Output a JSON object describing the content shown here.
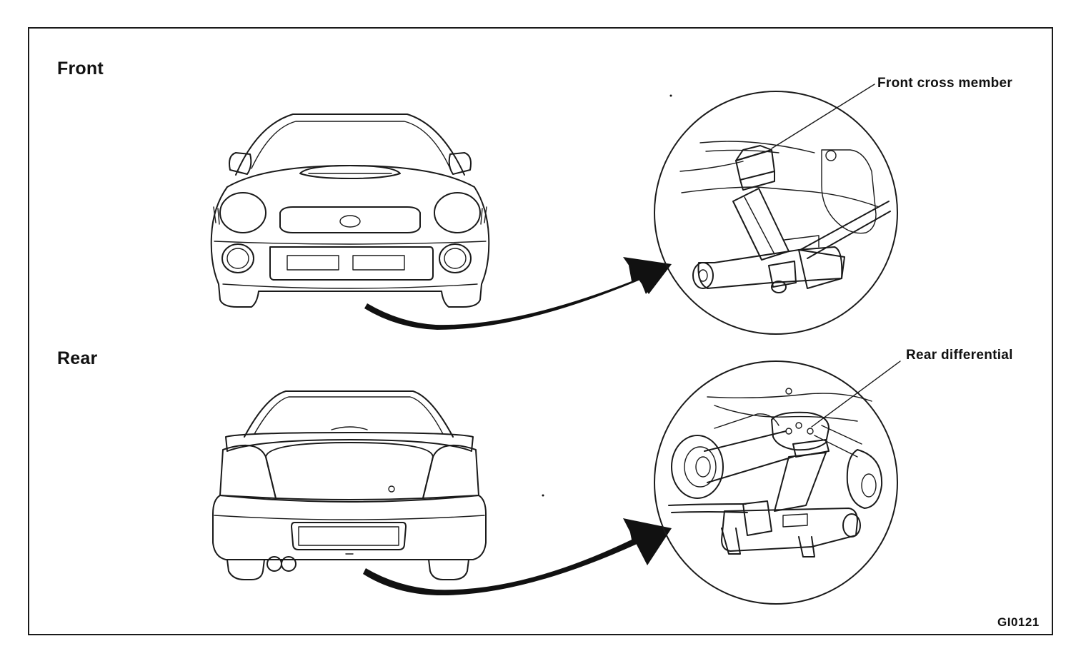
{
  "sections": {
    "front": {
      "title": "Front",
      "callout": "Front cross member"
    },
    "rear": {
      "title": "Rear",
      "callout": "Rear differential"
    }
  },
  "figure_code": "GI0121",
  "icons": {
    "front_car": "car-front-view-icon",
    "rear_car": "car-rear-view-icon",
    "front_jack": "floor-jack-front-cross-member-icon",
    "rear_jack": "floor-jack-rear-differential-icon",
    "arrow": "curved-arrow-icon"
  }
}
